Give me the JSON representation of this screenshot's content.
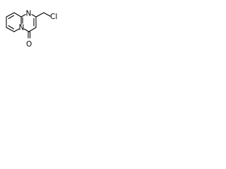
{
  "molecule": {
    "atoms": {
      "ring_nitrogen_top": "N",
      "ring_nitrogen_bridge": "N",
      "carbonyl_oxygen": "O",
      "chloro_substituent": "Cl"
    },
    "colors": {
      "bond": "#000000",
      "label": "#000000",
      "background": "#ffffff"
    }
  }
}
